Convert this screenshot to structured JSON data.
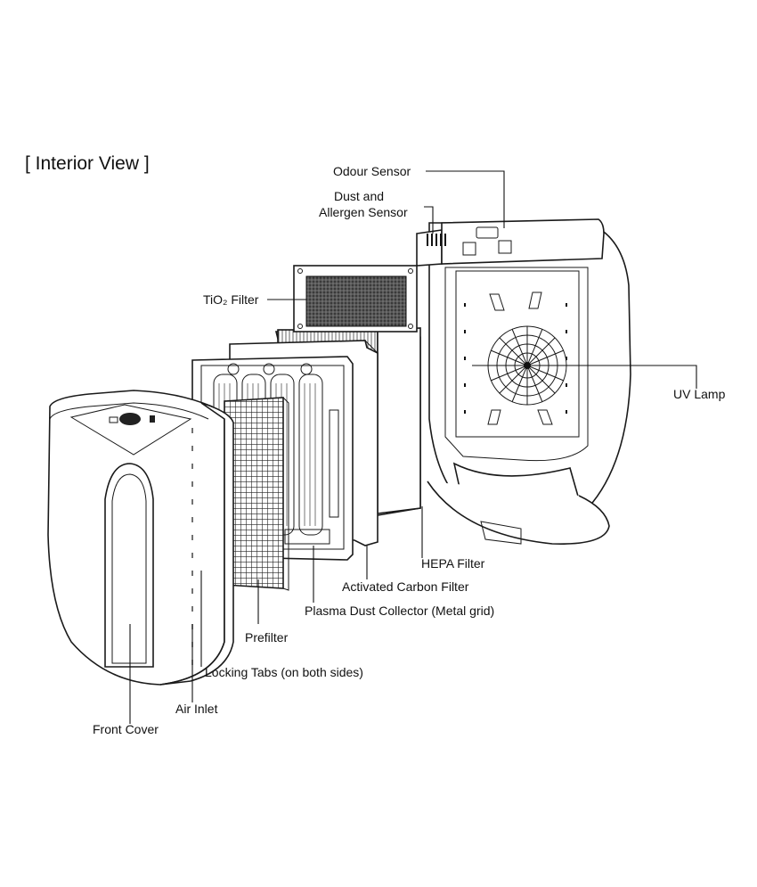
{
  "title": "[ Interior View ]",
  "labels": {
    "odour_sensor": "Odour Sensor",
    "dust_sensor_line1": "Dust and",
    "dust_sensor_line2": "Allergen Sensor",
    "tio2_filter": "TiO₂ Filter",
    "uv_lamp": "UV Lamp",
    "hepa_filter": "HEPA Filter",
    "activated_carbon_filter": "Activated Carbon Filter",
    "plasma_dust_collector": "Plasma Dust Collector (Metal grid)",
    "prefilter": "Prefilter",
    "locking_tabs": "Locking Tabs (on both sides)",
    "air_inlet": "Air Inlet",
    "front_cover": "Front Cover"
  }
}
